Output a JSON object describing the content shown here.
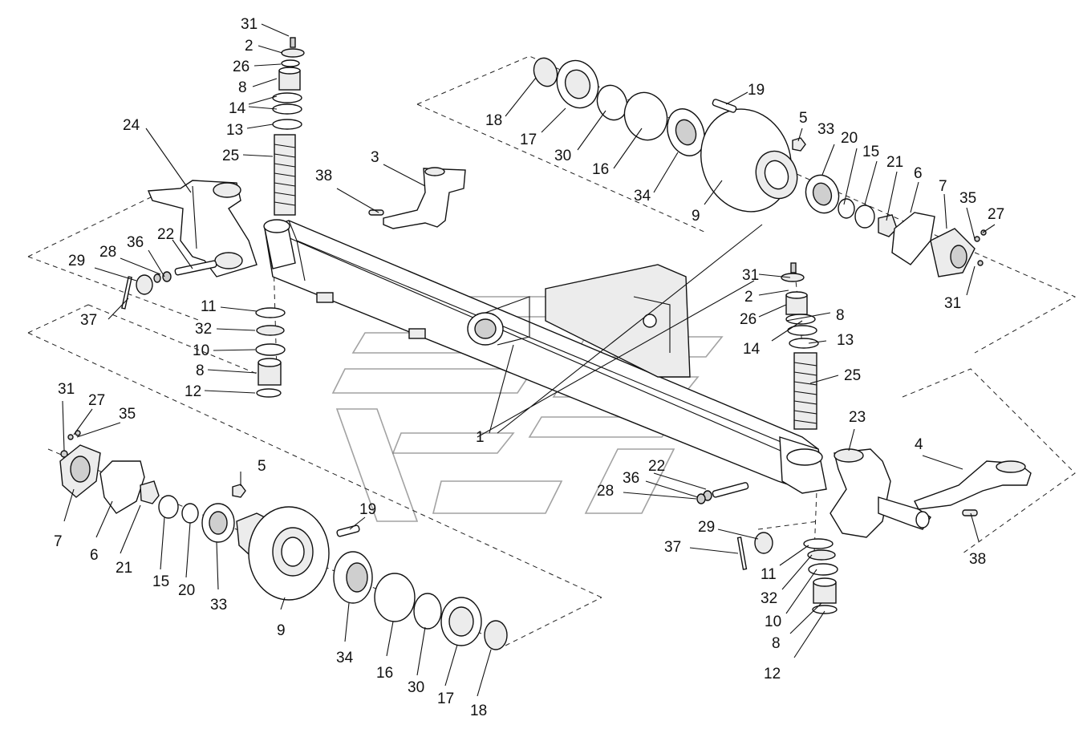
{
  "labels": {
    "l_31a": "31",
    "l_2a": "2",
    "l_26a": "26",
    "l_8a": "8",
    "l_14a": "14",
    "l_13a": "13",
    "l_25a": "25",
    "l_24": "24",
    "l_38a": "38",
    "l_3": "3",
    "l_22a": "22",
    "l_36a": "36",
    "l_28a": "28",
    "l_29a": "29",
    "l_37a": "37",
    "l_11a": "11",
    "l_32a": "32",
    "l_10a": "10",
    "l_8b": "8",
    "l_12a": "12",
    "l_18a": "18",
    "l_17a": "17",
    "l_30a": "30",
    "l_16a": "16",
    "l_34a": "34",
    "l_19a": "19",
    "l_9a": "9",
    "l_5a": "5",
    "l_33a": "33",
    "l_20a": "20",
    "l_15a": "15",
    "l_21a": "21",
    "l_6a": "6",
    "l_7a": "7",
    "l_35a": "35",
    "l_27a": "27",
    "l_31b": "31",
    "l_31c": "31",
    "l_2b": "2",
    "l_26b": "26",
    "l_8c": "8",
    "l_14b": "14",
    "l_13b": "13",
    "l_25b": "25",
    "l_1": "1",
    "l_23": "23",
    "l_4": "4",
    "l_22b": "22",
    "l_36b": "36",
    "l_28b": "28",
    "l_38b": "38",
    "l_29b": "29",
    "l_37b": "37",
    "l_11b": "11",
    "l_32b": "32",
    "l_10b": "10",
    "l_8d": "8",
    "l_12b": "12",
    "l_31d": "31",
    "l_27b": "27",
    "l_35b": "35",
    "l_5b": "5",
    "l_19b": "19",
    "l_7b": "7",
    "l_6b": "6",
    "l_21b": "21",
    "l_15b": "15",
    "l_20b": "20",
    "l_33b": "33",
    "l_9b": "9",
    "l_34b": "34",
    "l_16b": "16",
    "l_30b": "30",
    "l_17b": "17",
    "l_18b": "18"
  }
}
